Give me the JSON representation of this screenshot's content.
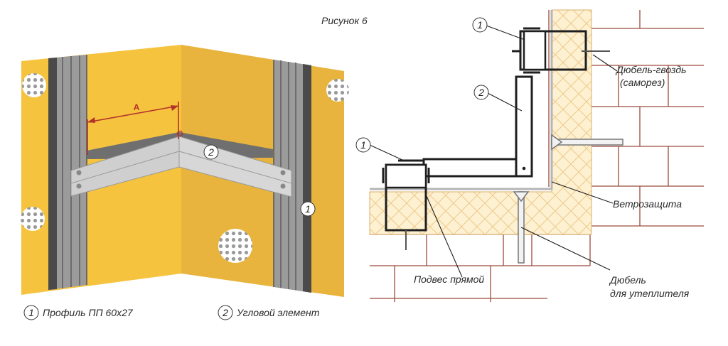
{
  "figure_title": "Рисунок 6",
  "left_view": {
    "dimension_label": "A",
    "callouts": [
      "2",
      "1"
    ]
  },
  "right_view": {
    "callouts": [
      "1",
      "2",
      "1"
    ],
    "labels": {
      "dowel_nail_line1": "Дюбель-гвоздь",
      "dowel_nail_line2": "(саморез)",
      "wind_barrier": "Ветрозащита",
      "hanger": "Подвес прямой",
      "insulation_dowel_line1": "Дюбель",
      "insulation_dowel_line2": "для утеплителя"
    }
  },
  "legend": [
    {
      "num": "1",
      "text": "Профиль ПП 60х27"
    },
    {
      "num": "2",
      "text": "Угловой элемент"
    }
  ],
  "colors": {
    "board_yellow": "#f6c33f",
    "board_shadow": "#ddab3c",
    "profile_gray": "#8c8c8c",
    "profile_dark": "#4a4a4a",
    "dimension_red": "#b3332a",
    "insulation": "#fdf1d2",
    "brick_line": "#9a4a3c"
  }
}
